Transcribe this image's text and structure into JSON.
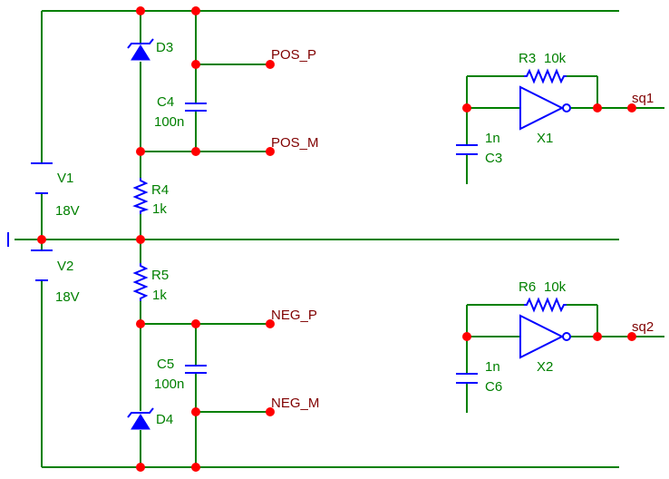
{
  "components": {
    "v1": {
      "name": "V1",
      "value": "18V"
    },
    "v2": {
      "name": "V2",
      "value": "18V"
    },
    "d3": {
      "name": "D3"
    },
    "d4": {
      "name": "D4"
    },
    "c4": {
      "name": "C4",
      "value": "100n"
    },
    "c5": {
      "name": "C5",
      "value": "100n"
    },
    "r4": {
      "name": "R4",
      "value": "1k"
    },
    "r5": {
      "name": "R5",
      "value": "1k"
    },
    "r3": {
      "name": "R3",
      "value": "10k"
    },
    "r6": {
      "name": "R6",
      "value": "10k"
    },
    "c3": {
      "name": "C3",
      "value": "1n"
    },
    "c6": {
      "name": "C6",
      "value": "1n"
    },
    "x1": {
      "name": "X1"
    },
    "x2": {
      "name": "X2"
    }
  },
  "nets": {
    "pos_p": "POS_P",
    "pos_m": "POS_M",
    "neg_p": "NEG_P",
    "neg_m": "NEG_M",
    "sq1": "sq1",
    "sq2": "sq2"
  },
  "colors": {
    "wire": "#008000",
    "component": "#0000ff",
    "node": "#ff0000",
    "net_label": "#800000",
    "component_label": "#008000"
  }
}
